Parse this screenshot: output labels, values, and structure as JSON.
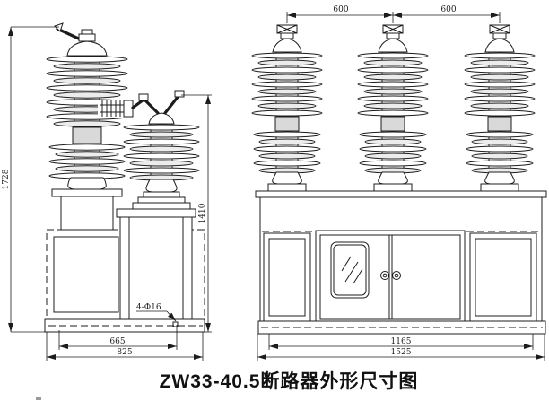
{
  "caption": {
    "title": "ZW33-40.5断路器外形尺寸图"
  },
  "side_view": {
    "dims": {
      "total_height": "1728",
      "pole_height": "1410",
      "hole_span": "665",
      "base_width": "825",
      "mounting_holes": "4-Φ16"
    }
  },
  "front_view": {
    "dims": {
      "phase_spacing_left": "600",
      "phase_spacing_right": "600",
      "hole_span": "1165",
      "base_width": "1525"
    }
  },
  "colors": {
    "line": "#1c1c1c",
    "band_fill": "#d9d9d9",
    "background": "#ffffff"
  }
}
